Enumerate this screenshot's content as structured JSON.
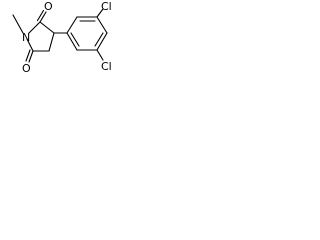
{
  "molecule": {
    "atoms": {
      "oxygen_top": "O",
      "oxygen_bottom": "O",
      "nitrogen": "N",
      "chlorine_top": "Cl",
      "chlorine_bottom": "Cl"
    }
  }
}
